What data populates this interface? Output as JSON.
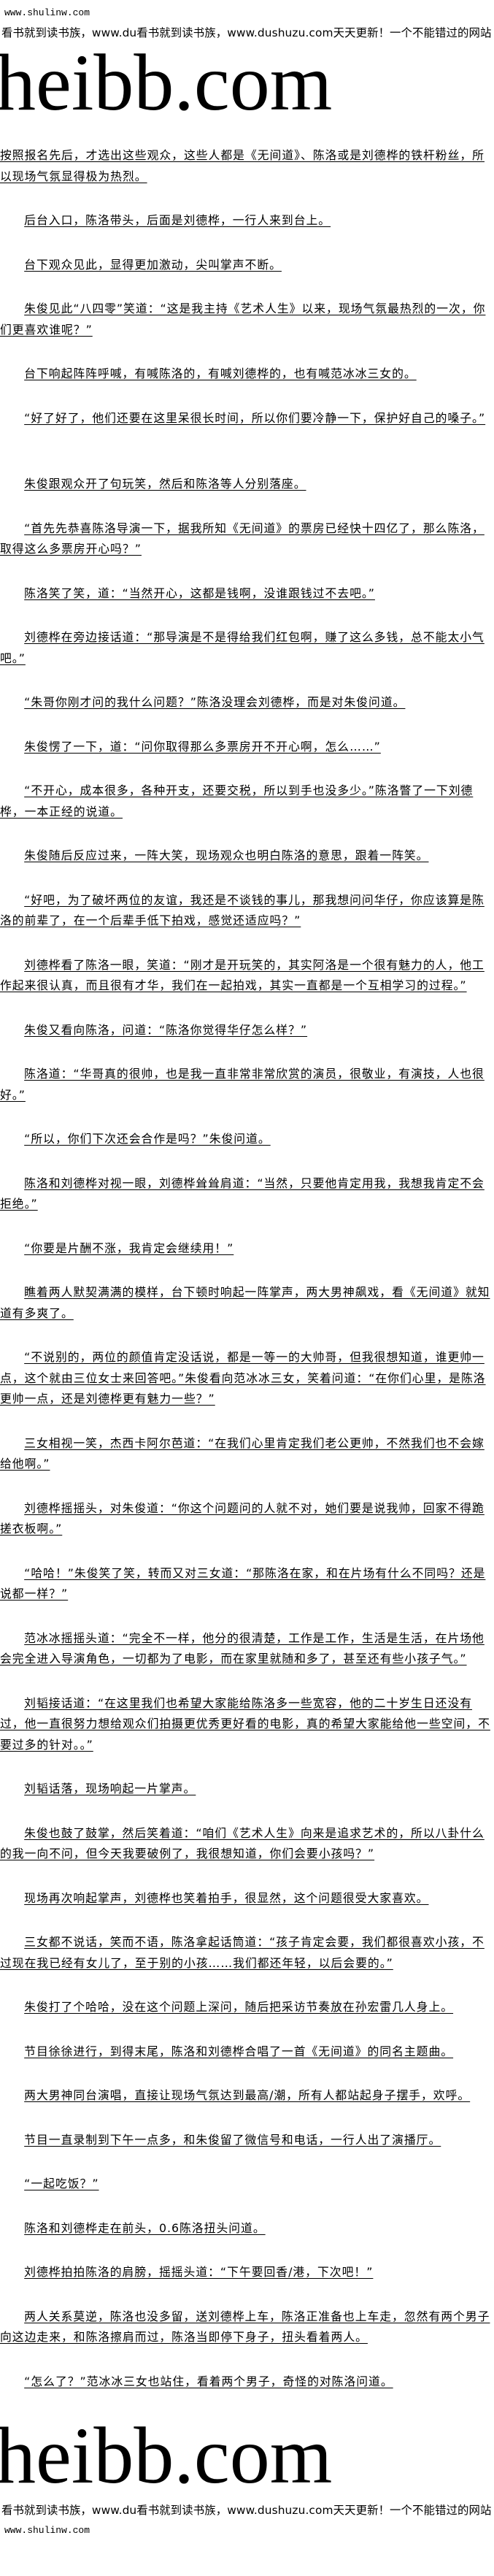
{
  "header": {
    "site_url": "www.shulinw.com",
    "promo": "看书就到读书族，www.du看书就到读书族，www.dushuzu.com天天更新！一个不能错过的网站",
    "logo": "heibb.com"
  },
  "paragraphs": [
    "按照报名先后，才选出这些观众，这些人都是《无间道》、陈洛或是刘德桦的铁杆粉丝，所以现场气氛显得极为热烈。",
    "后台入口，陈洛带头，后面是刘德桦，一行人来到台上。",
    "台下观众见此，显得更加激动，尖叫掌声不断。",
    "朱俊见此“八四零”笑道：“这是我主持《艺术人生》以来，现场气氛最热烈的一次，你们更喜欢谁呢？”",
    "台下响起阵阵呼喊，有喊陈洛的，有喊刘德桦的，也有喊范冰冰三女的。",
    "“好了好了，他们还要在这里呆很长时间，所以你们要冷静一下，保护好自己的嗓子。”",
    "朱俊跟观众开了句玩笑，然后和陈洛等人分别落座。",
    "“首先先恭喜陈洛导演一下，据我所知《无间道》的票房已经快十四亿了，那么陈洛，取得这么多票房开心吗？”",
    "陈洛笑了笑，道：“当然开心，这都是钱啊，没谁跟钱过不去吧。”",
    "刘德桦在旁边接话道：“那导演是不是得给我们红包啊，赚了这么多钱，总不能太小气吧。”",
    "“朱哥你刚才问的我什么问题？”陈洛没理会刘德桦，而是对朱俊问道。",
    "朱俊愣了一下，道：“问你取得那么多票房开不开心啊，怎么……”",
    "“不开心，成本很多，各种开支，还要交税，所以到手也没多少。”陈洛瞥了一下刘德桦，一本正经的说道。",
    "朱俊随后反应过来，一阵大笑，现场观众也明白陈洛的意思，跟着一阵笑。",
    "“好吧，为了破坏两位的友谊，我还是不谈钱的事儿，那我想问问华仔，你应该算是陈洛的前辈了，在一个后辈手低下拍戏，感觉还适应吗？”",
    "刘德桦看了陈洛一眼，笑道：“刚才是开玩笑的，其实阿洛是一个很有魅力的人，他工作起来很认真，而且很有才华，我们在一起拍戏，其实一直都是一个互相学习的过程。”",
    "朱俊又看向陈洛，问道：“陈洛你觉得华仔怎么样？”",
    "陈洛道：“华哥真的很帅，也是我一直非常非常欣赏的演员，很敬业，有演技，人也很好。”",
    "“所以，你们下次还会合作是吗？”朱俊问道。",
    "陈洛和刘德桦对视一眼，刘德桦耸耸肩道：“当然，只要他肯定用我，我想我肯定不会拒绝。”",
    "“你要是片酬不涨，我肯定会继续用！”",
    "瞧着两人默契满满的模样，台下顿时响起一阵掌声，两大男神飙戏，看《无间道》就知道有多爽了。",
    "“不说别的，两位的颜值肯定没话说，都是一等一的大帅哥，但我很想知道，谁更帅一点，这个就由三位女士来回答吧。”朱俊看向范冰冰三女，笑着问道：“在你们心里，是陈洛更帅一点，还是刘德桦更有魅力一些？”",
    "三女相视一笑，杰西卡阿尔芭道：“在我们心里肯定我们老公更帅，不然我们也不会嫁给他啊。”",
    "刘德桦摇摇头，对朱俊道：“你这个问题问的人就不对，她们要是说我帅，回家不得跪搓衣板啊。”",
    "“哈哈！”朱俊笑了笑，转而又对三女道：“那陈洛在家，和在片场有什么不同吗？还是说都一样？”",
    "范冰冰摇摇头道：“完全不一样，他分的很清楚，工作是工作，生活是生活，在片场他会完全进入导演角色，一切都为了电影，而在家里就随和多了，甚至还有些小孩子气。”",
    "刘韬接话道：“在这里我们也希望大家能给陈洛多一些宽容，他的二十岁生日还没有过，他一直很努力想给观众们拍摄更优秀更好看的电影，真的希望大家能给他一些空间，不要过多的针对。。”",
    "刘韬话落，现场响起一片掌声。",
    "朱俊也鼓了鼓掌，然后笑着道：“咱们《艺术人生》向来是追求艺术的，所以八卦什么的我一向不问，但今天我要破例了，我很想知道，你们会要小孩吗？”",
    "现场再次响起掌声，刘德桦也笑着拍手，很显然，这个问题很受大家喜欢。",
    "三女都不说话，笑而不语，陈洛拿起话筒道：“孩子肯定会要，我们都很喜欢小孩，不过现在我已经有女儿了，至于别的小孩……我们都还年轻，以后会要的。”",
    "朱俊打了个哈哈，没在这个问题上深问，随后把采访节奏放在孙宏雷几人身上。",
    "节目徐徐进行，到得末尾，陈洛和刘德桦合唱了一首《无间道》的同名主题曲。",
    "两大男神同台演唱，直接让现场气氛达到最高/潮，所有人都站起身子摆手，欢呼。",
    "节目一直录制到下午一点多，和朱俊留了微信号和电话，一行人出了演播厅。",
    "“一起吃饭？”",
    "陈洛和刘德桦走在前头，0.6陈洛扭头问道。",
    "刘德桦拍拍陈洛的肩膀，摇摇头道：“下午要回香/港，下次吧！”",
    "两人关系莫逆，陈洛也没多留，送刘德桦上车，陈洛正准备也上车走，忽然有两个男子向这边走来，和陈洛擦肩而过，陈洛当即停下身子，扭头看着两人。",
    "“怎么了？”范冰冰三女也站住，看着两个男子，奇怪的对陈洛问道。"
  ],
  "footer": {
    "logo": "heibb.com",
    "promo": "看书就到读书族，www.du看书就到读书族，www.dushuzu.com天天更新！一个不能错过的网站",
    "site_url": "www.shulinw.com"
  }
}
